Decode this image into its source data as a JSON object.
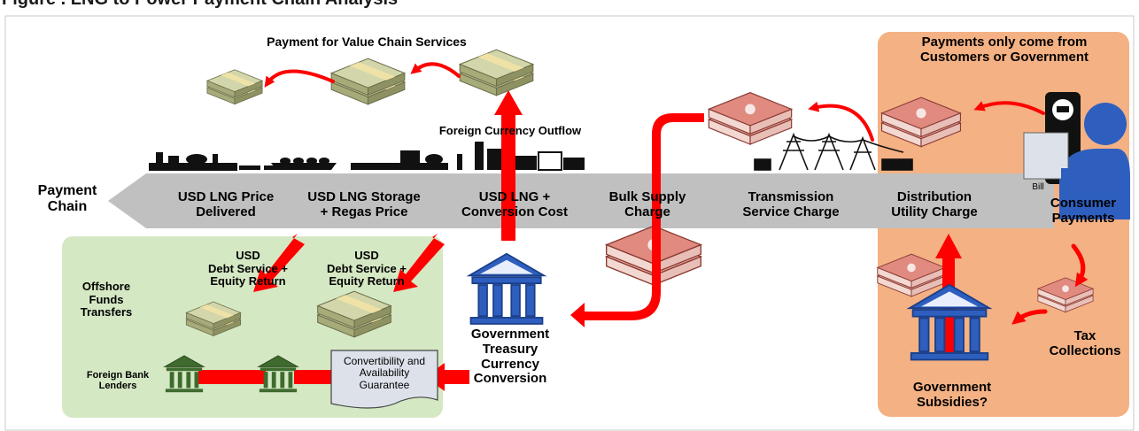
{
  "header": {
    "title": "Figure . LNG to Power Payment Chain Analysis"
  },
  "chain": {
    "label": "Payment\nChain",
    "stages": [
      "USD LNG Price\nDelivered",
      "USD LNG Storage\n+ Regas Price",
      "USD LNG +\nConversion Cost",
      "Bulk Supply\nCharge",
      "Transmission\nService Charge",
      "Distribution\nUtility Charge",
      "Consumer\nPayments"
    ]
  },
  "labels": {
    "value_chain_services": "Payment for Value Chain Services",
    "foreign_outflow": "Foreign Currency Outflow",
    "payments_source": "Payments only come from\nCustomers or Government",
    "usd_debt_1": "USD\nDebt Service +\nEquity Return",
    "usd_debt_2": "USD\nDebt Service +\nEquity Return",
    "offshore": "Offshore\nFunds\nTransfers",
    "foreign_lenders": "Foreign Bank\nLenders",
    "guarantee": "Convertibility and\nAvailability\nGuarantee",
    "treasury": "Government\nTreasury\nCurrency\nConversion",
    "tax": "Tax\nCollections",
    "subsidies": "Government\nSubsidies?",
    "bill": "Bill"
  },
  "icons": [
    "usd-money-stack-icon",
    "local-currency-stack-icon",
    "bank-building-icon",
    "consumer-person-icon",
    "electric-meter-icon",
    "lng-terminal-icon",
    "power-plant-icon",
    "transmission-tower-icon"
  ],
  "colors": {
    "arrow": "#ff0000",
    "chain": "#c0c0c0",
    "bank": "#2e5fbf",
    "offshore_box": "#d5e8c4",
    "consumer_box": "#f4b183",
    "guarantee_doc": "#dde2ea",
    "usd_note": "#c8cca0",
    "local_note": "#e08a80"
  }
}
